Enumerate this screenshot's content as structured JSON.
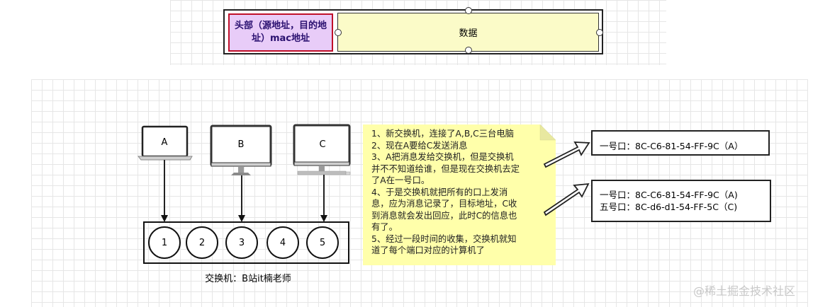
{
  "frame_diagram": {
    "header_field": "头部（源地址，目的地址）mac地址",
    "data_field": "数据"
  },
  "devices": [
    {
      "label": "A",
      "type": "laptop",
      "port": "1"
    },
    {
      "label": "B",
      "type": "monitor",
      "port": "3"
    },
    {
      "label": "C",
      "type": "desktop",
      "port": "5"
    }
  ],
  "switch": {
    "ports": [
      "1",
      "2",
      "3",
      "4",
      "5"
    ],
    "caption": "交换机：B站it楠老师"
  },
  "note": {
    "lines": [
      "1、新交换机，连接了A,B,C三台电脑",
      "2、现在A要给C发送消息",
      "3、A把消息发给交换机，但是交换机",
      "并不不知道给谁，但是现在交换机去定",
      "了A在一号口。",
      "4、于是交换机就把所有的口上发消",
      "息，应为消息记录了，目标地址，C收",
      "到消息就会发出回应，此时C的信息也",
      "有了。",
      "5、经过一段时间的收集，交换机就知",
      "道了每个端口对应的计算机了"
    ]
  },
  "mac_table_1": [
    "一号口：8C-C6-81-54-FF-9C（A）"
  ],
  "mac_table_2": [
    "一号口：8C-C6-81-54-FF-9C（A)",
    "五号口：8C-d6-d1-54-FF-5C（C)"
  ],
  "watermark": "@稀土掘金技术社区",
  "colors": {
    "header_fill": "#e8ccf8",
    "header_border": "#c0102a",
    "data_fill": "#fbfbc8",
    "note_fill": "#ffffaa",
    "grid": "#e6e6e6"
  }
}
